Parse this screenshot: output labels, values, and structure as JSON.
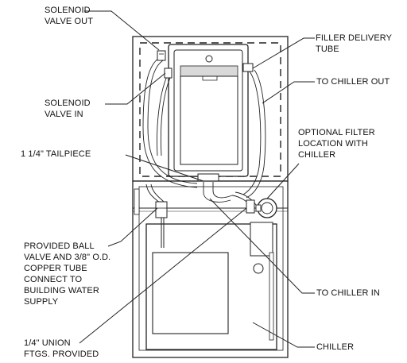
{
  "labels": {
    "solenoid_valve_out": "SOLENOID\nVALVE OUT",
    "filler_delivery_tube": "FILLER DELIVERY\nTUBE",
    "to_chiller_out": "TO CHILLER OUT",
    "solenoid_valve_in": "SOLENOID\nVALVE IN",
    "tailpiece": "1 1/4\" TAILPIECE",
    "optional_filter": "OPTIONAL FILTER\nLOCATION WITH\nCHILLER",
    "ball_valve": "PROVIDED BALL\nVALVE AND 3/8\" O.D.\nCOPPER TUBE\nCONNECT TO\nBUILDING WATER\nSUPPLY",
    "to_chiller_in": "TO CHILLER IN",
    "union": "1/4\" UNION\nFTGS. PROVIDED",
    "chiller": "CHILLER"
  }
}
